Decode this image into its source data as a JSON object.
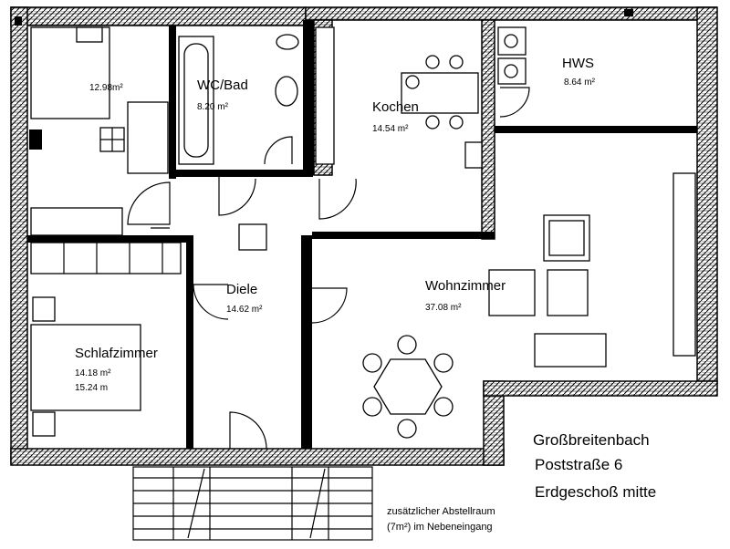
{
  "rooms": {
    "room_nw": {
      "area": "12.98m²"
    },
    "wc_bad": {
      "name": "WC/Bad",
      "area": "8.20 m²"
    },
    "kochen": {
      "name": "Kochen",
      "area": "14.54 m²"
    },
    "hws": {
      "name": "HWS",
      "area": "8.64 m²"
    },
    "diele": {
      "name": "Diele",
      "area": "14.62 m²"
    },
    "wohnzimmer": {
      "name": "Wohnzimmer",
      "area": "37.08 m²"
    },
    "schlafzimmer": {
      "name": "Schlafzimmer",
      "area": "14.18 m²",
      "area2": "15.24 m"
    }
  },
  "caption": {
    "line1": "Großbreitenbach",
    "line2": "Poststraße 6",
    "line3": "Erdgeschoß mitte"
  },
  "note": {
    "line1": "zusätzlicher Abstellraum",
    "line2": "(7m²) im Nebeneingang"
  }
}
